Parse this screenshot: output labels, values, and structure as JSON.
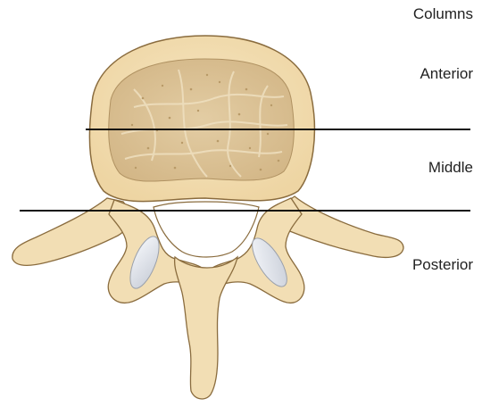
{
  "labels": {
    "header": "Columns",
    "anterior": "Anterior",
    "middle": "Middle",
    "posterior": "Posterior"
  },
  "colors": {
    "bone": "#f2deb4",
    "bone_shadow": "#e0c48f",
    "bone_outline": "#8a6c3e",
    "cancellous": "#dcc399",
    "cancellous_dark": "#c9ab78",
    "facet": "#e3e6ec",
    "line": "#111111",
    "text": "#222222"
  }
}
